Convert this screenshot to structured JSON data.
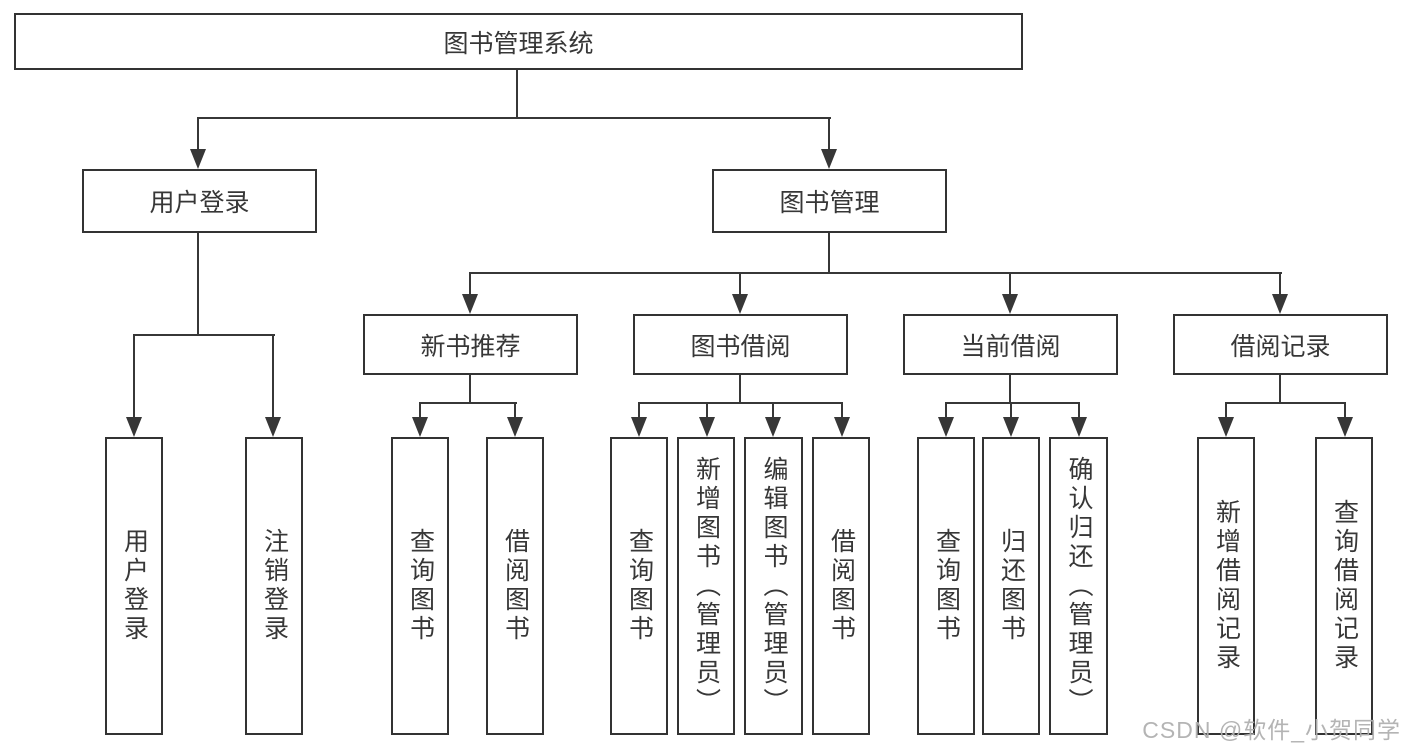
{
  "tree": {
    "label": "图书管理系统",
    "children": [
      {
        "label": "用户登录",
        "children": [
          {
            "label": "用户登录"
          },
          {
            "label": "注销登录"
          }
        ]
      },
      {
        "label": "图书管理",
        "children": [
          {
            "label": "新书推荐",
            "children": [
              {
                "label": "查询图书"
              },
              {
                "label": "借阅图书"
              }
            ]
          },
          {
            "label": "图书借阅",
            "children": [
              {
                "label": "查询图书"
              },
              {
                "label": "新增图书（管理员）"
              },
              {
                "label": "编辑图书（管理员）"
              },
              {
                "label": "借阅图书"
              }
            ]
          },
          {
            "label": "当前借阅",
            "children": [
              {
                "label": "查询图书"
              },
              {
                "label": "归还图书"
              },
              {
                "label": "确认归还（管理员）"
              }
            ]
          },
          {
            "label": "借阅记录",
            "children": [
              {
                "label": "新增借阅记录"
              },
              {
                "label": "查询借阅记录"
              }
            ]
          }
        ]
      }
    ]
  },
  "watermark": {
    "text": "CSDN @软件_小贺同学"
  },
  "colors": {
    "line": "#373737",
    "text": "#373737",
    "box_background": "#ffffff",
    "watermark": "#b0b0b0",
    "page_background": "#ffffff"
  }
}
